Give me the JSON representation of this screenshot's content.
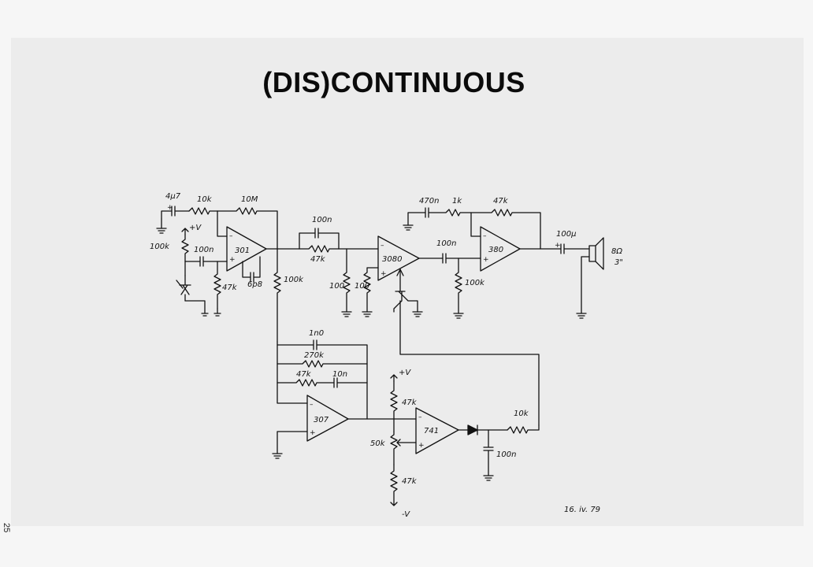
{
  "page": {
    "title": "(DIS)CONTINUOUS",
    "page_number": "25",
    "date": "16. iv. 79"
  },
  "schematic": {
    "chips": [
      "301",
      "3080",
      "380",
      "307",
      "741"
    ],
    "labels": {
      "c_in": "4μ7",
      "r_in": "10k",
      "r_fb301": "10M",
      "r_bias_top": "100k",
      "vplus_top": "+V",
      "c_301_in": "100n",
      "r_47k_301": "47k",
      "c_6p8": "6p8",
      "r_100k_mid": "100k",
      "c_100n_fb": "100n",
      "r_47k_fb": "47k",
      "r_100_a": "100",
      "r_100_b": "100",
      "c_470n": "470n",
      "r_1k": "1k",
      "r_47k_380": "47k",
      "c_100n_380": "100n",
      "r_100k_380": "100k",
      "c_out": "100μ",
      "speaker_imp": "8Ω",
      "speaker_size": "3\"",
      "c_1n0": "1n0",
      "r_270k": "270k",
      "r_47k_307": "47k",
      "c_10n": "10n",
      "vplus_bottom": "+V",
      "r_47k_741_top": "47k",
      "pot_50k": "50k",
      "r_47k_741_bot": "47k",
      "vminus": "-V",
      "r_10k_out": "10k",
      "c_100n_out": "100n"
    }
  }
}
